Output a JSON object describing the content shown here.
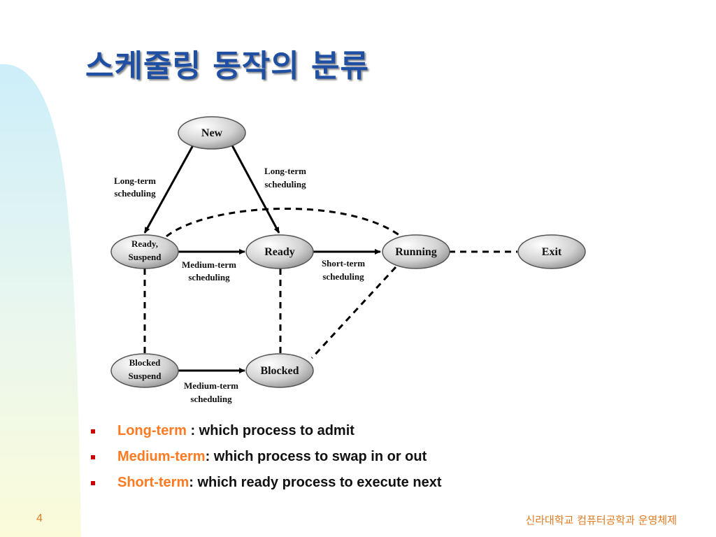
{
  "slide": {
    "title": "스케줄링 동작의 분류",
    "page_number": "4",
    "footer": "신라대학교 컴퓨터공학과 운영체제"
  },
  "diagram": {
    "nodes": {
      "new": "New",
      "ready_suspend_line1": "Ready,",
      "ready_suspend_line2": "Suspend",
      "ready": "Ready",
      "running": "Running",
      "exit": "Exit",
      "blocked_suspend_line1": "Blocked",
      "blocked_suspend_line2": "Suspend",
      "blocked": "Blocked"
    },
    "edge_labels": {
      "lt_left_1": "Long-term",
      "lt_left_2": "scheduling",
      "lt_right_1": "Long-term",
      "lt_right_2": "scheduling",
      "mt_top_1": "Medium-term",
      "mt_top_2": "scheduling",
      "st_1": "Short-term",
      "st_2": "scheduling",
      "mt_bottom_1": "Medium-term",
      "mt_bottom_2": "scheduling"
    }
  },
  "bullets": [
    {
      "term": "Long-term",
      "text": " : which process to admit"
    },
    {
      "term": "Medium-term",
      "text": ": which process to swap in or out"
    },
    {
      "term": "Short-term",
      "text": ": which ready process to execute next"
    }
  ],
  "colors": {
    "title": "#1f4fa3",
    "term": "#ff7a20",
    "bullet_marker": "#cc0000",
    "footer": "#e07a20"
  }
}
